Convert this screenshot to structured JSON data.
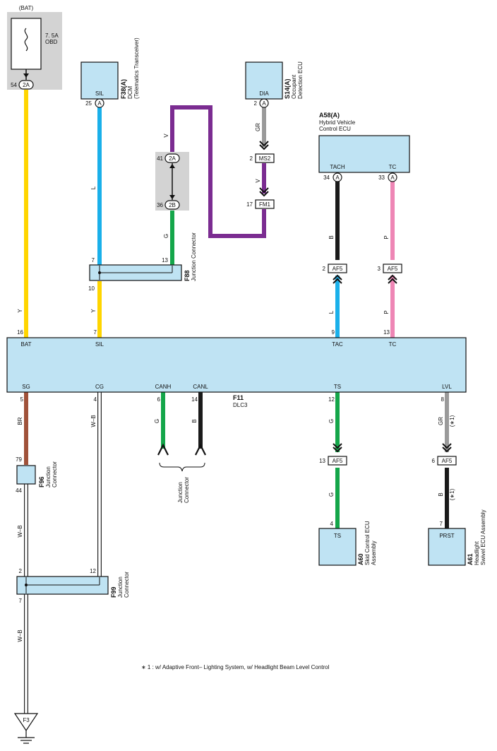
{
  "colors": {
    "Y": "#ffd500",
    "L": "#1ab0ea",
    "V": "#7b2c91",
    "G": "#14a64a",
    "GR": "#9a9a9a",
    "B": "#1a1a1a",
    "P": "#ee86b5",
    "BR": "#a0523a",
    "WB": "#ffffff",
    "component_fill": "#bfe3f3",
    "junction_fill": "#d3d3d3"
  },
  "bat": {
    "label": "(BAT)",
    "fuse_rating": "7. 5A",
    "fuse_name": "OBD",
    "pin": "54",
    "connector": "2A",
    "wire": "Y"
  },
  "f38": {
    "pin_name": "SIL",
    "pin": "25",
    "connector": "A",
    "wire": "L",
    "code": "F38(A)",
    "name1": "DCM",
    "name2": "(Telematics Transceiver)"
  },
  "s14": {
    "pin_name": "DIA",
    "pin": "2",
    "connector": "A",
    "wire": "GR",
    "code": "S14(A)",
    "name1": "Occupant",
    "name2": "Detection ECU"
  },
  "ms2": {
    "pin": "2",
    "connector": "MS2",
    "wire": "V"
  },
  "fm1": {
    "pin": "17",
    "connector": "FM1"
  },
  "jc_2a2b": {
    "top_pin": "41",
    "top_conn": "2A",
    "bottom_pin": "36",
    "bottom_conn": "2B",
    "wire_top": "V",
    "wire_bottom": "G"
  },
  "f88": {
    "pin_left_in": "7",
    "pin_right_in": "13",
    "pin_out": "10",
    "wire_out": "Y",
    "code": "F88",
    "name": "Junction Connector"
  },
  "a58": {
    "code": "A58(A)",
    "name1": "Hybrid Vehicle",
    "name2": "Control ECU",
    "pin1_name": "TACH",
    "pin1": "34",
    "pin1_conn": "A",
    "pin1_wire": "B",
    "pin2_name": "TC",
    "pin2": "33",
    "pin2_conn": "A",
    "pin2_wire": "P"
  },
  "af5_tac": {
    "pin": "2",
    "connector": "AF5",
    "wire": "L"
  },
  "af5_tc": {
    "pin": "3",
    "connector": "AF5",
    "wire": "P"
  },
  "dlc3": {
    "code": "F11",
    "name": "DLC3",
    "top_pins": [
      {
        "name": "BAT",
        "num": "16",
        "wire": "Y"
      },
      {
        "name": "SIL",
        "num": "7",
        "wire": "Y"
      },
      {
        "name": "TAC",
        "num": "9",
        "wire": "L"
      },
      {
        "name": "TC",
        "num": "13",
        "wire": "P"
      }
    ],
    "bottom_pins": [
      {
        "name": "SG",
        "num": "5",
        "wire": "BR"
      },
      {
        "name": "CG",
        "num": "4",
        "wire": "W–B"
      },
      {
        "name": "CANH",
        "num": "6",
        "wire": "G"
      },
      {
        "name": "CANL",
        "num": "14",
        "wire": "B"
      },
      {
        "name": "TS",
        "num": "12",
        "wire": "G"
      },
      {
        "name": "LVL",
        "num": "8",
        "wire": "GR",
        "note": "(∗1)"
      }
    ]
  },
  "can_junction": {
    "name1": "Junction",
    "name2": "Connector"
  },
  "af5_ts": {
    "pin": "13",
    "connector": "AF5",
    "wire": "G"
  },
  "af5_lvl": {
    "pin": "6",
    "connector": "AF5",
    "wire": "B",
    "note": "(∗1)"
  },
  "a60": {
    "pin_name": "TS",
    "pin": "4",
    "code": "A60",
    "name1": "Skid Control ECU",
    "name2": "Assembly"
  },
  "a61": {
    "pin_name": "PRST",
    "pin": "7",
    "code": "A61",
    "name1": "Headlight",
    "name2": "Swivel ECU Assembly"
  },
  "f96": {
    "pin_top": "79",
    "pin_bottom": "44",
    "wire": "W–B",
    "code": "F96",
    "name1": "Junction",
    "name2": "Connector"
  },
  "f99": {
    "pin_left": "2",
    "pin_right": "12",
    "pin_out": "7",
    "wire": "W–B",
    "code": "F99",
    "name1": "Junction",
    "name2": "Connector"
  },
  "ground": {
    "label": "F3"
  },
  "footnote": "∗ 1 : w/ Adaptive Front– Lighting System,  w/ Headlight Beam Level Control"
}
